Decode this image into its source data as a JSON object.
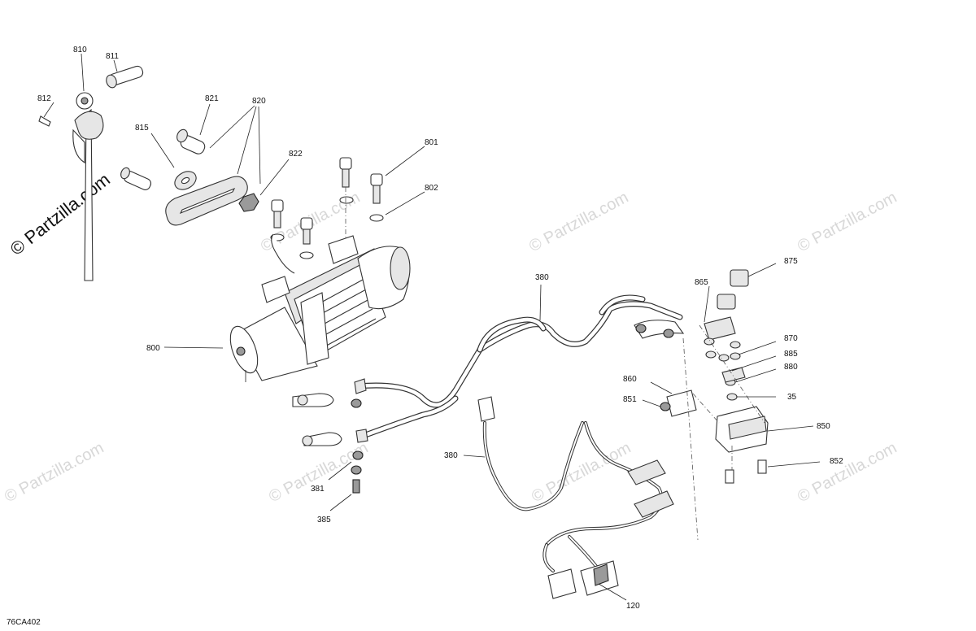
{
  "diagram_code": "76CA402",
  "watermark": {
    "main": "© Partzilla.com",
    "faint": "© Partzilla.com"
  },
  "callouts": [
    "810",
    "811",
    "812",
    "821",
    "820",
    "815",
    "822",
    "801",
    "802",
    "800",
    "380",
    "865",
    "875",
    "870",
    "885",
    "880",
    "35",
    "860",
    "851",
    "850",
    "852",
    "380",
    "381",
    "385",
    "120"
  ]
}
